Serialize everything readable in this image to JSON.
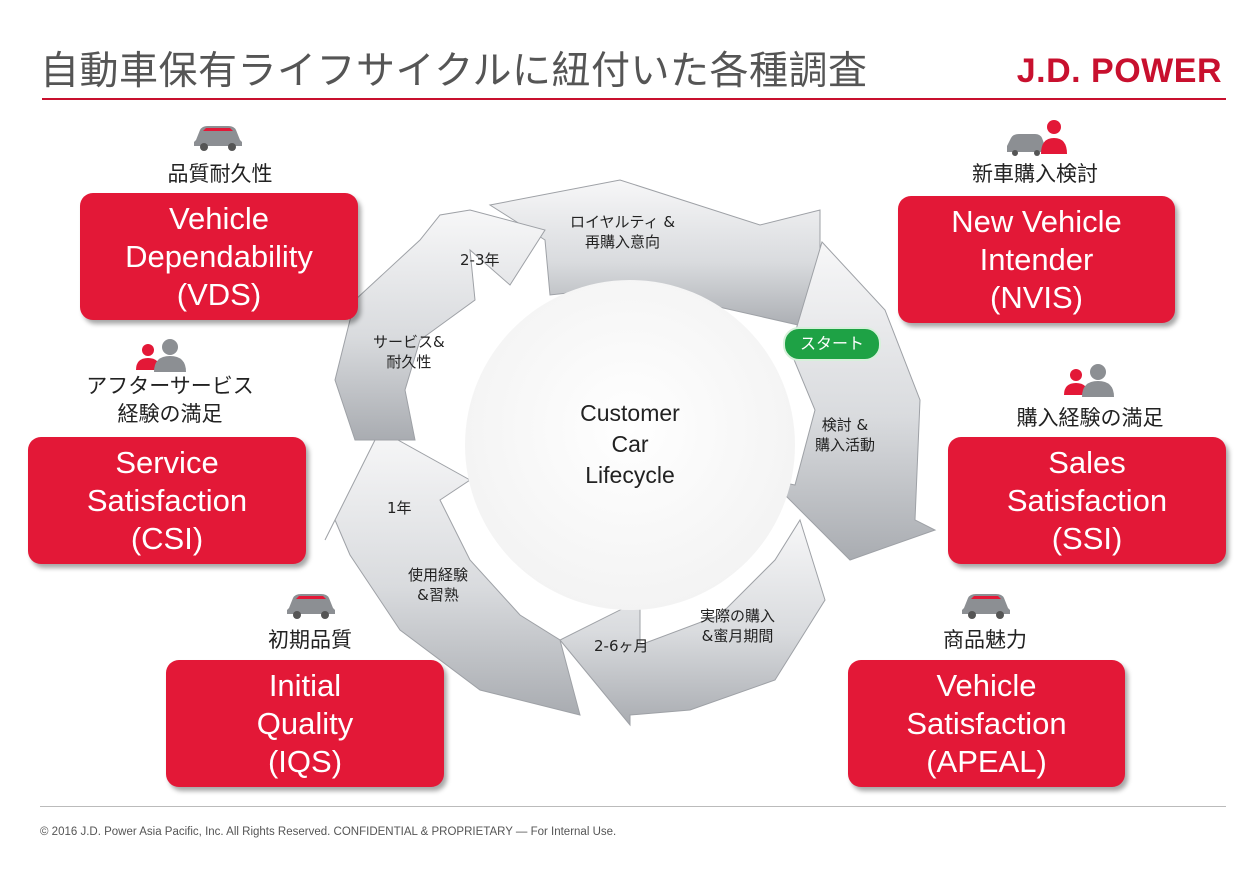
{
  "header": {
    "title": "自動車保有ライフサイクルに紐付いた各種調査",
    "logo": "J.D. POWER"
  },
  "footer": {
    "copyright": "© 2016 J.D. Power Asia Pacific, Inc. All Rights Reserved. CONFIDENTIAL & PROPRIETARY — For Internal Use."
  },
  "colors": {
    "brand_red": "#e31837",
    "logo_red": "#c8102e",
    "start_green": "#1ea245",
    "arrow_gray": "#d2d4d8"
  },
  "cycle": {
    "center_lines": [
      "Customer",
      "Car",
      "Lifecycle"
    ],
    "start_badge": "スタート",
    "labels": {
      "loyalty": [
        "ロイヤルティ &",
        "再購入意向"
      ],
      "years_2_3": "2-3年",
      "service_durability": [
        "サービス&",
        "耐久性"
      ],
      "consider_purchase": [
        "検討 &",
        "購入活動"
      ],
      "year_1": "1年",
      "usage": [
        "使用経験",
        "&習熟"
      ],
      "actual_purchase": [
        "実際の購入",
        "&蜜月期間"
      ],
      "months_2_6": "2-6ヶ月"
    }
  },
  "studies": {
    "vds": {
      "caption": "品質耐久性",
      "lines": [
        "Vehicle",
        "Dependability",
        "(VDS)"
      ],
      "icon": "car-icon"
    },
    "nvis": {
      "caption": "新車購入検討",
      "lines": [
        "New Vehicle",
        "Intender",
        "(NVIS)"
      ],
      "icon": "car-person-icon"
    },
    "csi": {
      "caption_lines": [
        "アフターサービス",
        "経験の満足"
      ],
      "lines": [
        "Service",
        "Satisfaction",
        "(CSI)"
      ],
      "icon": "people-icon"
    },
    "ssi": {
      "caption": "購入経験の満足",
      "lines": [
        "Sales",
        "Satisfaction",
        "(SSI)"
      ],
      "icon": "people-icon"
    },
    "iqs": {
      "caption": "初期品質",
      "lines": [
        "Initial",
        "Quality",
        "(IQS)"
      ],
      "icon": "car-icon"
    },
    "apeal": {
      "caption": "商品魅力",
      "lines": [
        "Vehicle",
        "Satisfaction",
        "(APEAL)"
      ],
      "icon": "car-icon"
    }
  }
}
